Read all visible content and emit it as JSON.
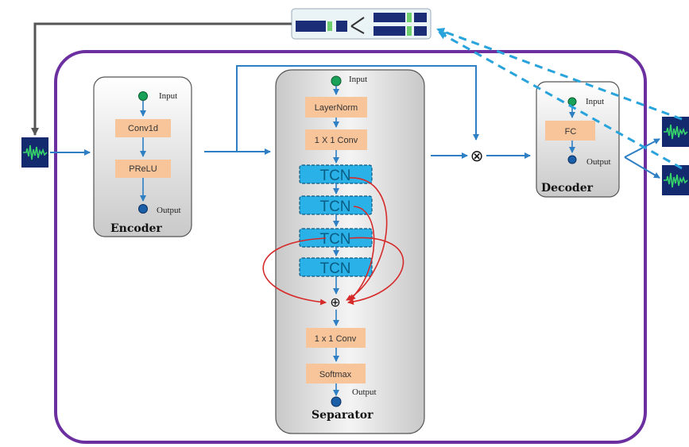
{
  "encoder": {
    "title": "Encoder",
    "input_label": "Input",
    "output_label": "Output",
    "blocks": [
      "Conv1d",
      "PReLU"
    ]
  },
  "separator": {
    "title": "Separator",
    "input_label": "Input",
    "output_label": "Output",
    "top_blocks": [
      "LayerNorm",
      "1 X 1 Conv"
    ],
    "tcn_blocks": [
      "TCN",
      "TCN",
      "TCN",
      "TCN"
    ],
    "bottom_blocks": [
      "1 x 1 Conv",
      "Softmax"
    ],
    "sum_symbol": "⊕"
  },
  "decoder": {
    "title": "Decoder",
    "input_label": "Input",
    "output_label": "Output",
    "blocks": [
      "FC"
    ]
  },
  "multiply_symbol": "⊗",
  "colors": {
    "frame": "#6b2fa0",
    "arrow": "#2e7fc4",
    "dashed": "#29a3dc",
    "block_fill": "#f8c49a",
    "tcn_fill": "#29b1e8",
    "feedback": "#d62a2a",
    "node_green": "#1aa259",
    "node_blue": "#1b5fa8"
  }
}
